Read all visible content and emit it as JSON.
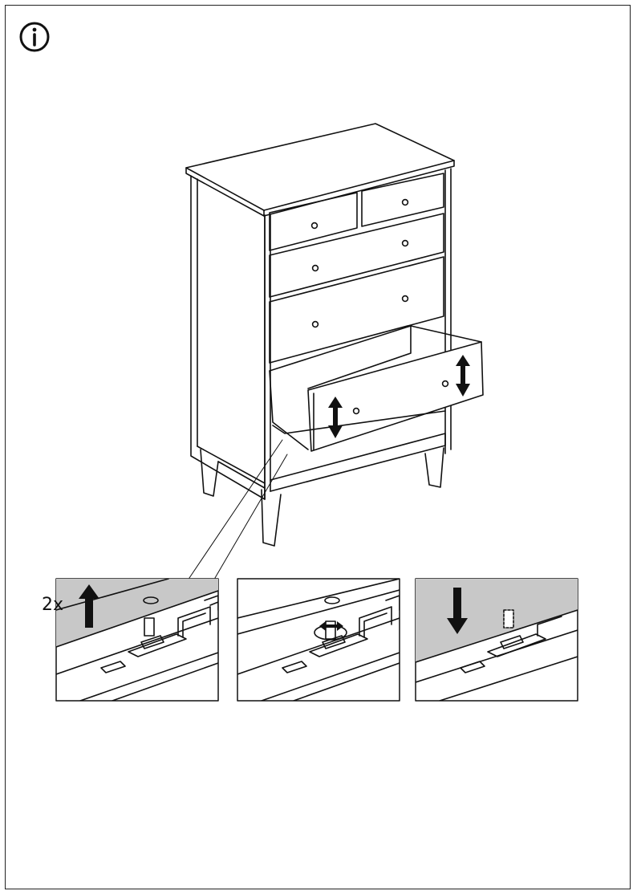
{
  "info_icon": "info-circle-icon",
  "detail_panels": [
    {
      "quantity_label": "2x",
      "arrow": "arrow-up-icon",
      "step": "lift-drawer"
    },
    {
      "quantity_label": "",
      "arrow": "rotate-icon",
      "step": "rotate-lock"
    },
    {
      "quantity_label": "",
      "arrow": "arrow-down-icon",
      "step": "lower-drawer"
    }
  ],
  "colors": {
    "line": "#111111",
    "shade": "#c8c8c8"
  }
}
